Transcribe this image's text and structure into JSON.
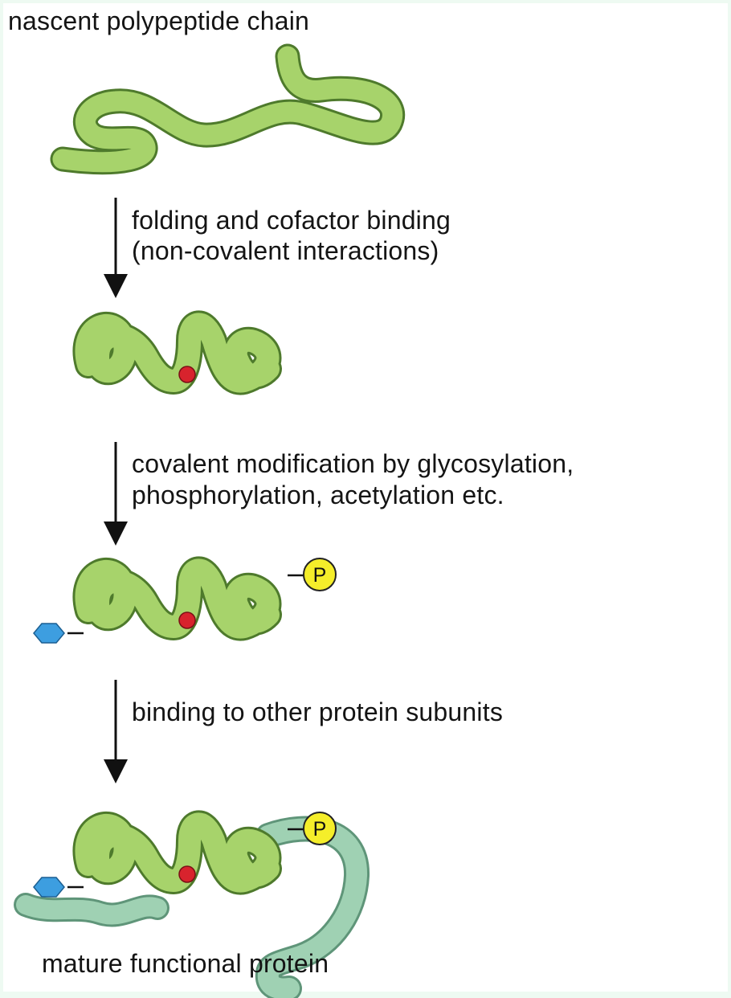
{
  "labels": {
    "top": "nascent polypeptide chain",
    "step1_line1": "folding and cofactor binding",
    "step1_line2": "(non-covalent interactions)",
    "step2_line1": "covalent modification by glycosylation,",
    "step2_line2": "phosphorylation, acetylation etc.",
    "step3": "binding to other protein subunits",
    "bottom": "mature functional protein",
    "phosphate": "P"
  },
  "colors": {
    "chain_fill": "#a7d36b",
    "chain_stroke": "#4e7a2c",
    "cofactor": "#d8232d",
    "phosphate": "#f5ee2a",
    "sugar": "#3d9ee0",
    "subunit_fill": "#9fd1b3",
    "subunit_stroke": "#5f9579",
    "arrow": "#111111",
    "background": "#ffffff",
    "frame": "#eefaf2"
  },
  "icons": {
    "cofactor": "red-circle",
    "phosphate": "yellow-circle-P",
    "sugar": "blue-hexagon"
  }
}
